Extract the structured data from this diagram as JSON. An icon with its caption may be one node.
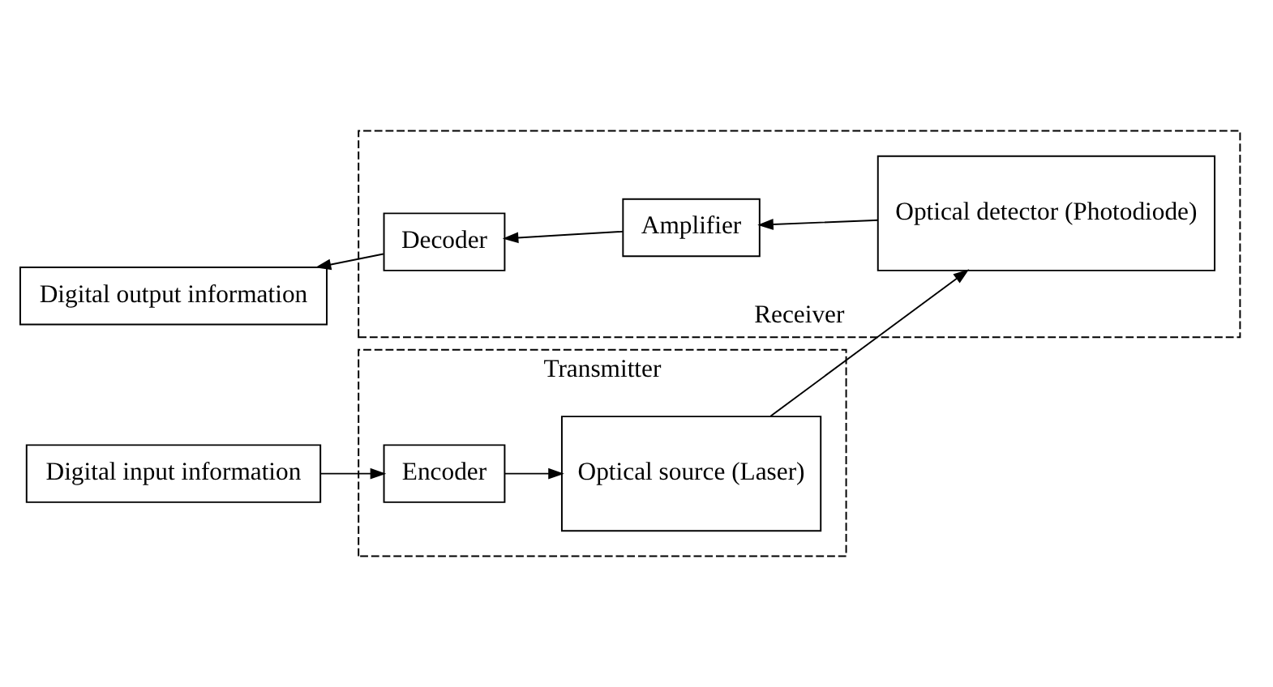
{
  "diagram": {
    "nodes": [
      {
        "text": [
          "Transmitter"
        ]
      },
      {
        "text": [
          "Digital input information"
        ]
      },
      {
        "text": [
          "Encoder"
        ],
        "in": 0
      },
      {
        "text": [
          "Optical source (Laser)"
        ],
        "in": 0
      },
      {
        "text": [
          "Receiver"
        ]
      },
      {
        "text": [
          "Optical detector (Photodiode)"
        ],
        "in": 4
      },
      {
        "text": [
          "Amplifier"
        ],
        "in": 4
      },
      {
        "text": [
          "Decoder"
        ],
        "in": 4
      },
      {
        "text": [
          "Digital output information"
        ]
      }
    ],
    "edges": [
      {
        "from": 1,
        "to": 2,
        "arrow": "to"
      },
      {
        "from": 2,
        "to": 3,
        "arrow": "to"
      },
      {
        "from": 3,
        "to": 5,
        "arrow": "to"
      },
      {
        "from": 5,
        "to": 6,
        "arrow": "to"
      },
      {
        "from": 6,
        "to": 7,
        "arrow": "to"
      },
      {
        "from": 7,
        "to": 8,
        "arrow": "to"
      }
    ]
  }
}
